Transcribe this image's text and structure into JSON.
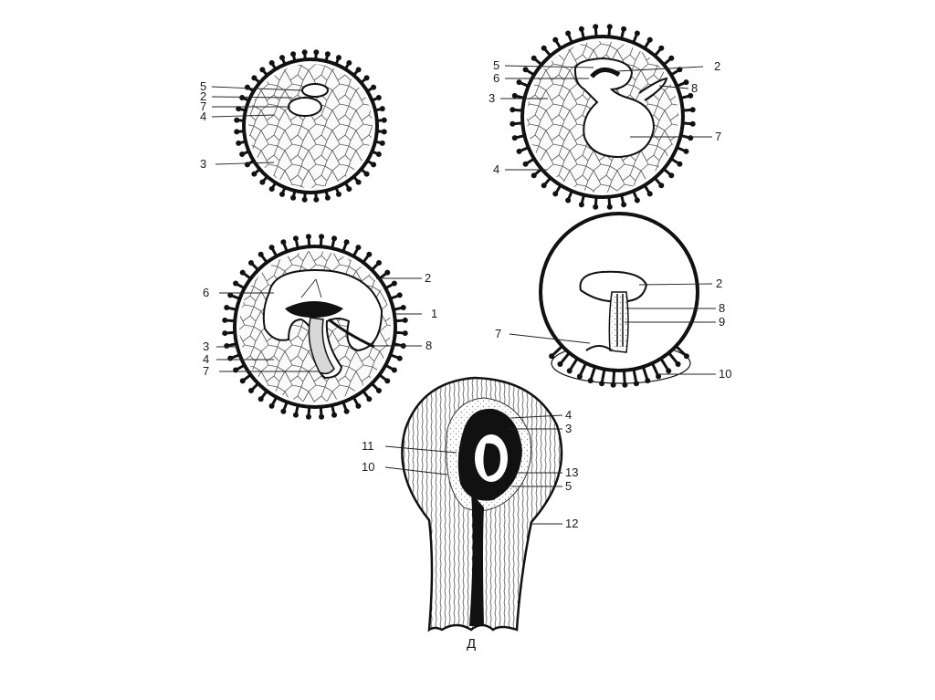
{
  "figure": {
    "caption": "Д",
    "panels": [
      {
        "id": "panel-1",
        "labels": [
          "5",
          "2",
          "7",
          "4",
          "3"
        ]
      },
      {
        "id": "panel-2",
        "labels": [
          "5",
          "6",
          "3",
          "4",
          "2",
          "8",
          "7"
        ]
      },
      {
        "id": "panel-3",
        "labels": [
          "6",
          "3",
          "4",
          "7",
          "2",
          "1",
          "8"
        ]
      },
      {
        "id": "panel-4",
        "labels": [
          "7",
          "2",
          "8",
          "9",
          "10"
        ]
      },
      {
        "id": "panel-5",
        "labels": [
          "11",
          "10",
          "4",
          "3",
          "13",
          "5",
          "12"
        ]
      }
    ]
  },
  "style": {
    "ink": "#111111",
    "background": "#ffffff"
  }
}
